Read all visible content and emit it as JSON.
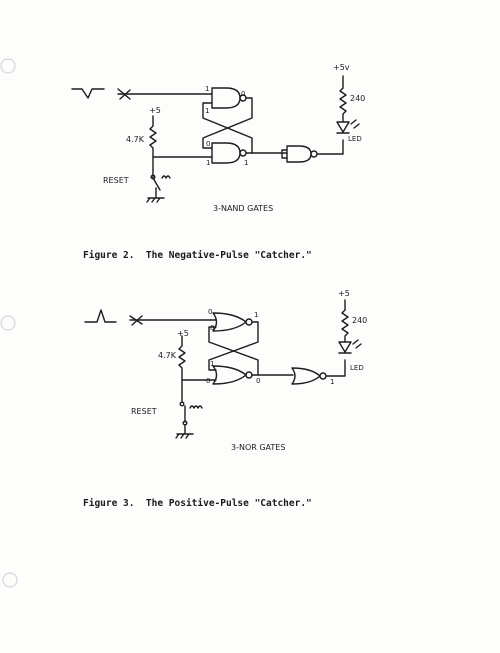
{
  "figure2": {
    "caption": "Figure 2.  The Negative-Pulse \"Catcher.\"",
    "labels": {
      "vcc": "+5v",
      "pullup_supply": "+5",
      "resistor": "4.7K",
      "led_resistor": "240",
      "led": "LED",
      "reset": "RESET",
      "gate_in_top": "1",
      "gate_out_top": "0",
      "gate_in_feedback": "1",
      "gate_in_bottom": "0",
      "gate_out_bottom": "1",
      "gate_in_reset": "1",
      "gate_type": "3-NAND GATES"
    }
  },
  "figure3": {
    "caption": "Figure 3.  The Positive-Pulse \"Catcher.\"",
    "labels": {
      "vcc": "+5",
      "pullup_supply": "+5",
      "resistor": "4.7K",
      "led_resistor": "240",
      "led": "LED",
      "reset": "RESET",
      "gate_in_top": "0",
      "gate_in_top_b": "0",
      "gate_out_top": "1",
      "gate_in_feedback": "1",
      "gate_in_bottom": "0",
      "gate_out_bottom": "0",
      "gate_out_final": "1",
      "gate_type": "3-NOR GATES"
    }
  }
}
